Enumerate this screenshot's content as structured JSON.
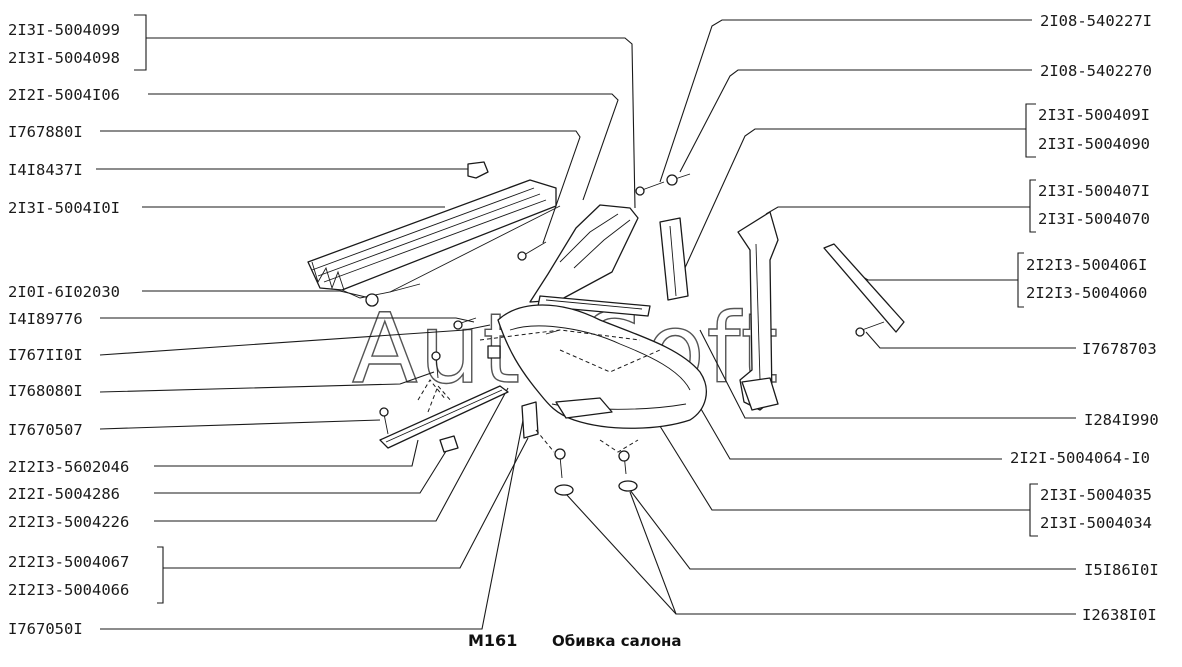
{
  "watermark": "AutoSoft",
  "caption": {
    "code": "М161",
    "title": "Обивка салона"
  },
  "labels_left": [
    "2I3I-5004099",
    "2I3I-5004098",
    "2I2I-5004I06",
    "I767880I",
    "I4I8437I",
    "2I3I-5004I0I",
    "2I0I-6I02030",
    "I4I89776",
    "I767II0I",
    "I768080I",
    "I7670507",
    "2I2I3-5602046",
    "2I2I-5004286",
    "2I2I3-5004226",
    "2I2I3-5004067",
    "2I2I3-5004066",
    "I767050I"
  ],
  "labels_right": [
    "2I08-540227I",
    "2I08-5402270",
    "2I3I-500409I",
    "2I3I-5004090",
    "2I3I-500407I",
    "2I3I-5004070",
    "2I2I3-500406I",
    "2I2I3-5004060",
    "I7678703",
    "I284I990",
    "2I2I-5004064-I0",
    "2I3I-5004035",
    "2I3I-5004034",
    "I5I86I0I",
    "I2638I0I"
  ]
}
